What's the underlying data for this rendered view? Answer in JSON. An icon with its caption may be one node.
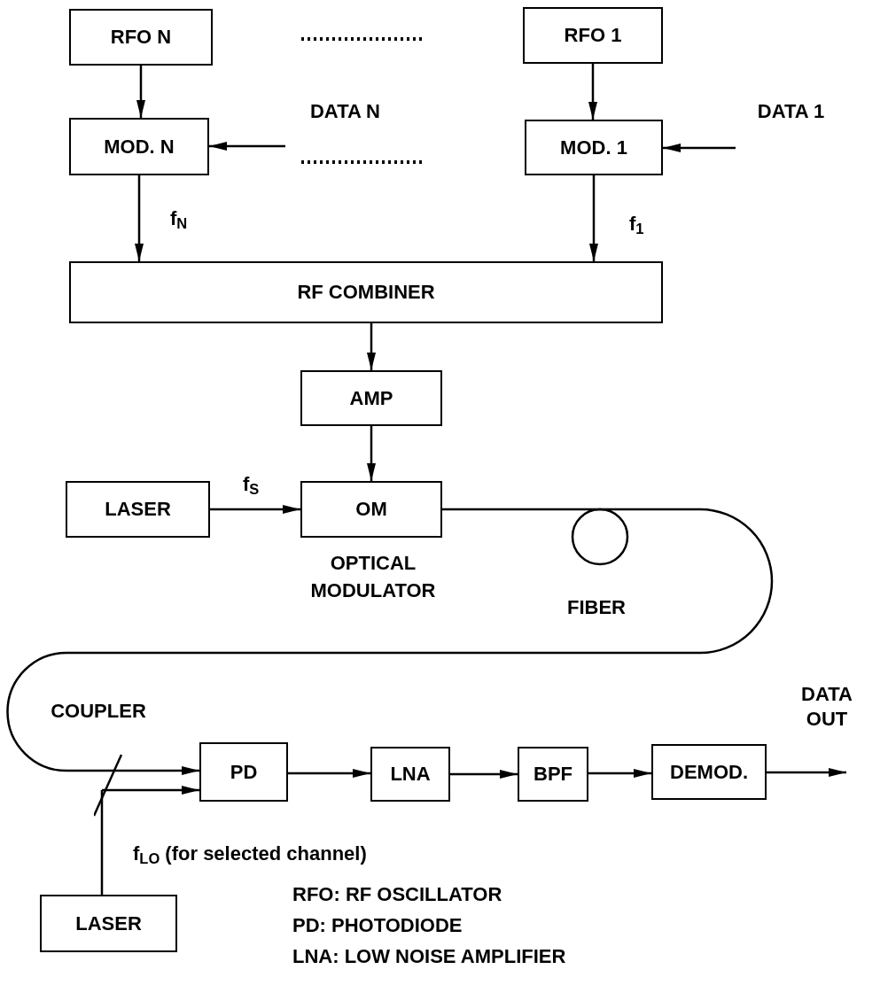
{
  "diagram": {
    "nodes": [
      {
        "text": [
          "RFO N"
        ]
      },
      {
        "text": [
          "RFO 1"
        ]
      },
      {
        "text": [
          "MOD. N"
        ]
      },
      {
        "text": [
          "MOD. 1"
        ]
      },
      {
        "text": [
          "DATA N"
        ]
      },
      {
        "text": [
          "DATA 1"
        ]
      },
      {
        "text": [
          "RF COMBINER"
        ]
      },
      {
        "text": [
          "AMP"
        ]
      },
      {
        "text": [
          "LASER"
        ]
      },
      {
        "text": [
          "OM"
        ],
        "beside": [
          "OPTICAL MODULATOR"
        ]
      },
      {
        "text": [],
        "shape": "bar",
        "beside": [
          "COUPLER"
        ]
      },
      {
        "text": [
          "PD"
        ]
      },
      {
        "text": [
          "LNA"
        ]
      },
      {
        "text": [
          "BPF"
        ]
      },
      {
        "text": [
          "DEMOD."
        ]
      },
      {
        "text": [
          "LASER"
        ]
      }
    ],
    "edges": [
      {
        "from": 0,
        "to": 2,
        "arrow": "to"
      },
      {
        "from": 1,
        "to": 3,
        "arrow": "to"
      },
      {
        "from": 4,
        "to": 2,
        "arrow": "to"
      },
      {
        "from": 5,
        "to": 3,
        "arrow": "to"
      },
      {
        "from": 2,
        "to": 6,
        "arrow": "to",
        "label": "f$_{N}$"
      },
      {
        "from": 3,
        "to": 6,
        "arrow": "to",
        "label": "f$_{1}$"
      },
      {
        "from": 6,
        "to": 7,
        "arrow": "to"
      },
      {
        "from": 7,
        "to": 9,
        "arrow": "to"
      },
      {
        "from": 8,
        "to": 9,
        "arrow": "to",
        "label": "f$_{S}$"
      },
      {
        "from": 9,
        "to": 10,
        "arrow": "none"
      },
      {
        "from": 10,
        "to": 11,
        "arrow": "to"
      },
      {
        "from": 15,
        "to": 10,
        "arrow": "none"
      },
      {
        "from": 10,
        "to": 11,
        "arrow": "to"
      },
      {
        "from": 11,
        "to": 12,
        "arrow": "to"
      },
      {
        "from": 12,
        "to": 13,
        "arrow": "to"
      },
      {
        "from": 13,
        "to": 14,
        "arrow": "to"
      },
      {
        "from": 14,
        "to": null,
        "arrow": "to"
      }
    ],
    "labels": [
      "FIBER",
      "DATA OUT",
      "f$_{LO}$ (for selected channel)",
      "RFO: RF OSCILLATOR",
      "PD: PHOTODIODE",
      "LNA: LOW NOISE AMPLIFIER"
    ]
  }
}
